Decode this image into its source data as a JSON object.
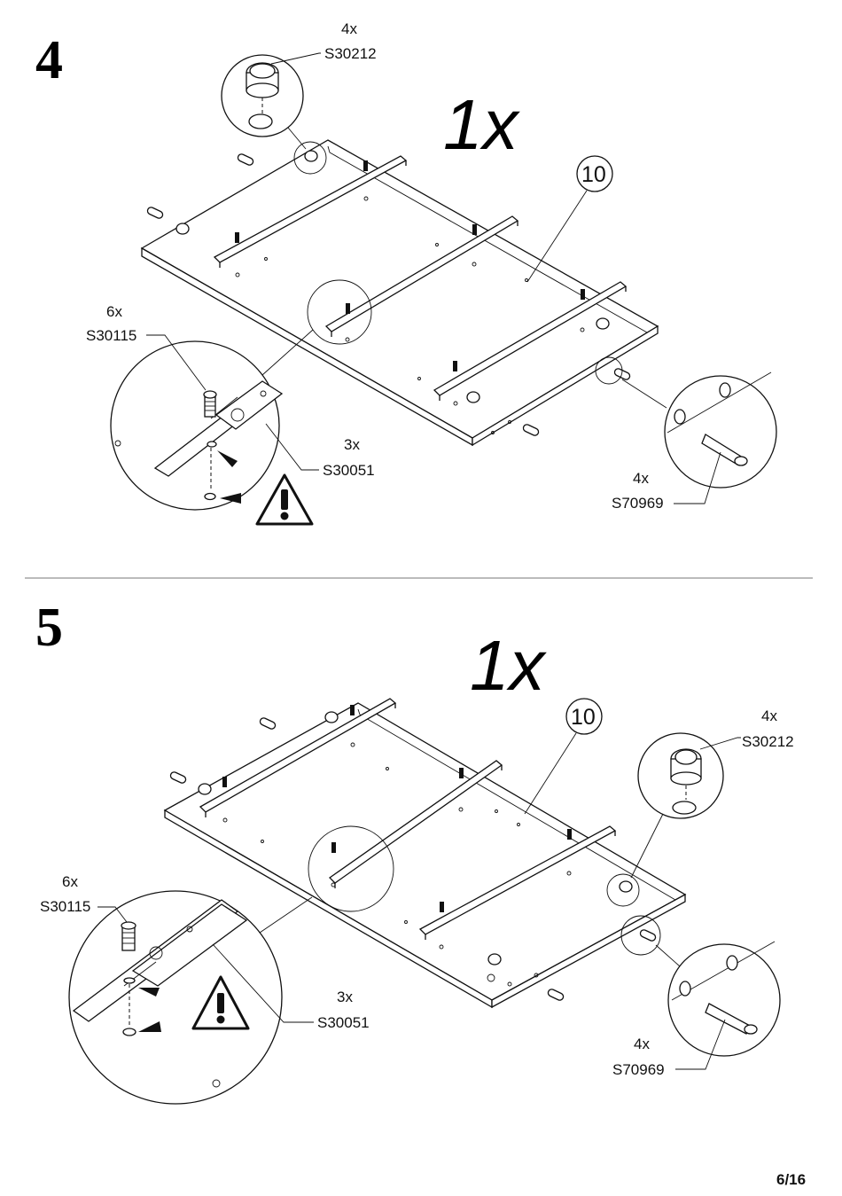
{
  "page_number": "6/16",
  "steps": [
    {
      "step_number": "4",
      "quantity": "1x",
      "panel_label": "10",
      "callouts": [
        {
          "qty": "4x",
          "part": "S30212"
        },
        {
          "qty": "6x",
          "part": "S30115"
        },
        {
          "qty": "3x",
          "part": "S30051"
        },
        {
          "qty": "4x",
          "part": "S70969"
        }
      ]
    },
    {
      "step_number": "5",
      "quantity": "1x",
      "panel_label": "10",
      "callouts": [
        {
          "qty": "4x",
          "part": "S30212"
        },
        {
          "qty": "6x",
          "part": "S30115"
        },
        {
          "qty": "3x",
          "part": "S30051"
        },
        {
          "qty": "4x",
          "part": "S70969"
        }
      ]
    }
  ]
}
